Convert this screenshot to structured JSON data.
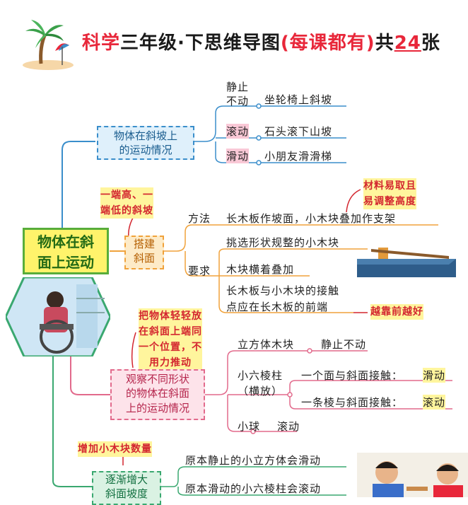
{
  "header": {
    "title_part1": "科学",
    "title_part2": "三年级·下思维导图",
    "title_part3": "(每课都有)",
    "title_part4": "共",
    "title_part5": "24",
    "title_part6": "张"
  },
  "main_topic": [
    "物体在斜",
    "面上运动"
  ],
  "branch1": {
    "label": [
      "物体在斜坡上",
      "的运动情况"
    ],
    "items": [
      {
        "type": [
          "静止",
          "不动"
        ],
        "desc": "坐轮椅上斜坡"
      },
      {
        "type": [
          "滚动"
        ],
        "desc": "石头滚下山坡"
      },
      {
        "type": [
          "滑动"
        ],
        "desc": "小朋友滑滑梯"
      }
    ]
  },
  "branch2": {
    "label": [
      "搭建",
      "斜面"
    ],
    "note": [
      "一端高、一",
      "端低的斜坡"
    ],
    "method_label": "方法",
    "method_text": "长木板作坡面，小木块叠加作支架",
    "method_note": [
      "材料易取且",
      "易调整高度"
    ],
    "req_label": "要求",
    "req_items": [
      "挑选形状规整的小木块",
      "木块横着叠加",
      "长木板与小木块的接触",
      "点应在长木板的前端"
    ],
    "req_note": "越靠前越好"
  },
  "branch3": {
    "label": [
      "观察不同形状",
      "的物体在斜面",
      "上的运动情况"
    ],
    "note": [
      "把物体轻轻放",
      "在斜面上端同",
      "一个位置，不",
      "用力推动"
    ],
    "cube_label": "立方体木块",
    "cube_result": "静止不动",
    "hex_label": [
      "小六棱柱",
      "（横放）"
    ],
    "hex_items": [
      {
        "text": "一个面与斜面接触：",
        "result": "滑动"
      },
      {
        "text": "一条棱与斜面接触：",
        "result": "滚动"
      }
    ],
    "ball_label": "小球",
    "ball_result": "滚动"
  },
  "branch4": {
    "label": [
      "逐渐增大",
      "斜面坡度"
    ],
    "note": "增加小木块数量",
    "items": [
      "原本静止的小立方体会滑动",
      "原本滑动的小六棱柱会滚动"
    ]
  },
  "colors": {
    "red": "#e8273a",
    "blue": "#3a8ecb",
    "pink": "#e26a8c",
    "orange": "#f0a23b",
    "green": "#3aa870"
  }
}
